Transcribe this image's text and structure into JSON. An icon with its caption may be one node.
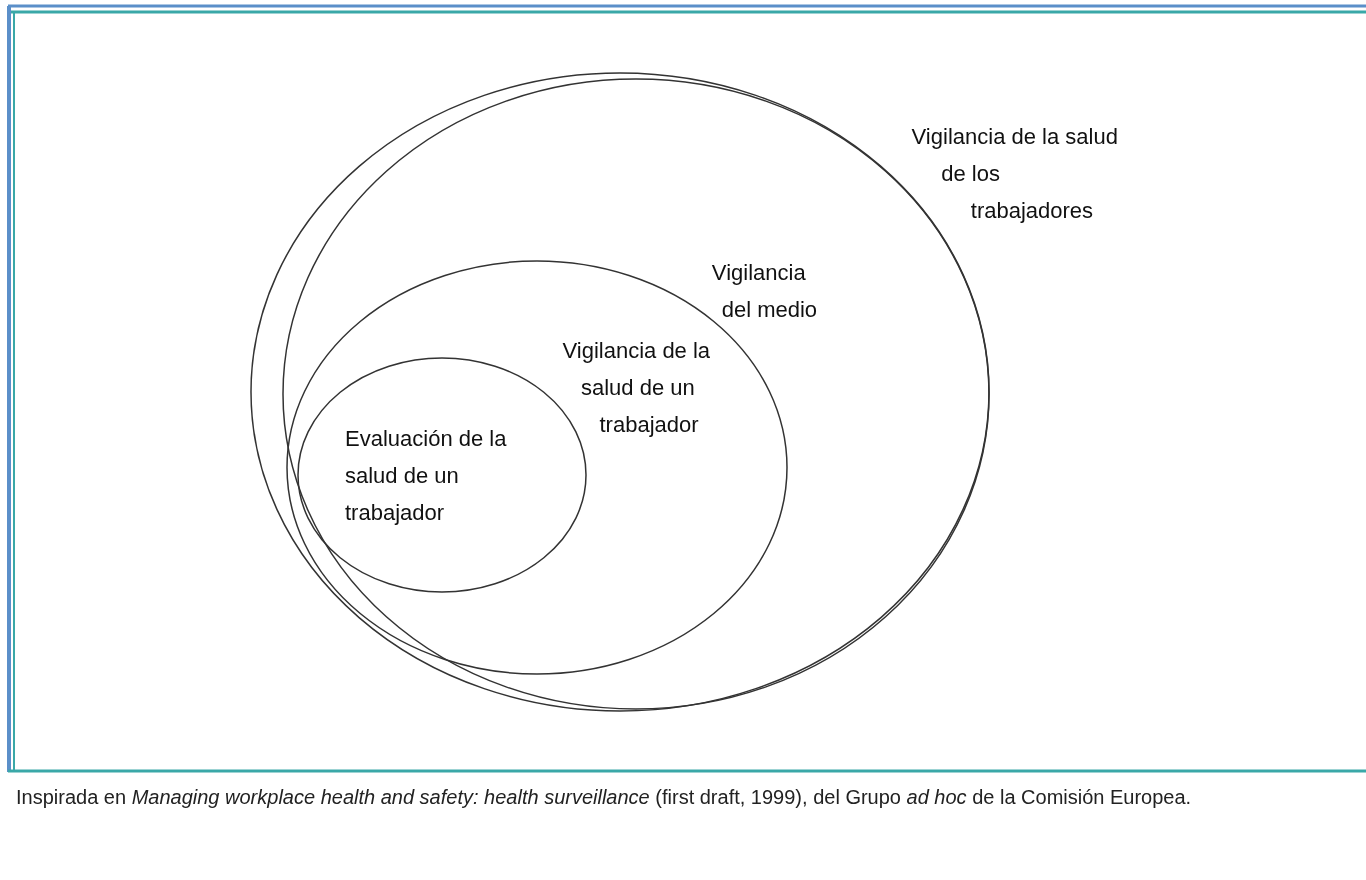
{
  "diagram": {
    "caption": "Inspirada en *Managing workplace health and safety: health surveillance* (first draft, 1999), del Grupo *ad hoc* de la Comisión Europea.",
    "nodes": [
      {
        "text": [
          "Vigilancia de la salud de los trabajadores"
        ]
      },
      {
        "text": [
          "Vigilancia del medio"
        ],
        "in": 0
      },
      {
        "text": [
          "Vigilancia de la salud de un trabajador"
        ],
        "in": 1
      },
      {
        "text": [
          "Evaluación de la salud de un trabajador"
        ],
        "in": 2
      }
    ],
    "edges": []
  }
}
